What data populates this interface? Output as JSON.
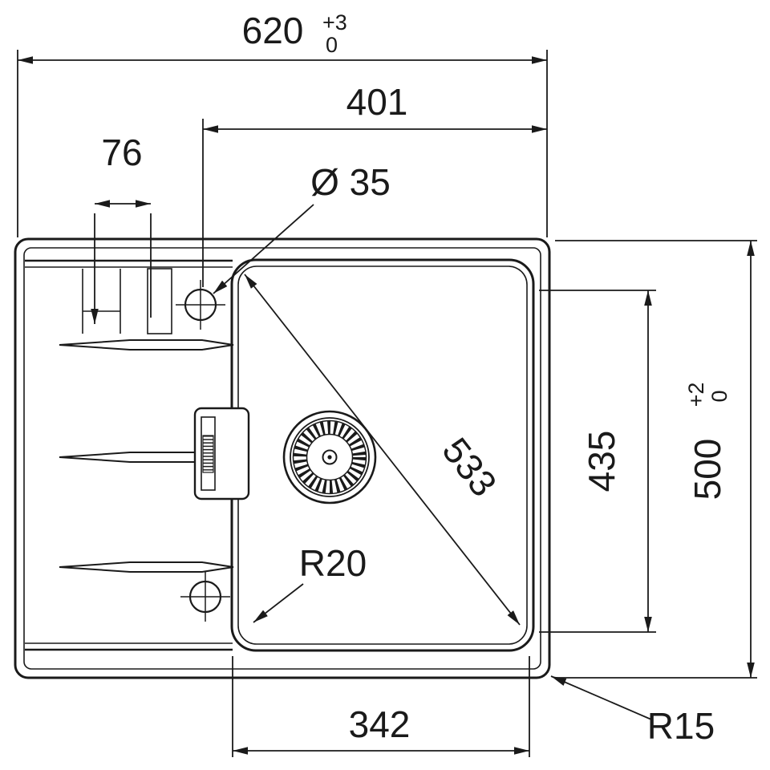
{
  "dimensions": {
    "overall_width": {
      "value": "620",
      "tol_plus": "+3",
      "tol_minus": "0"
    },
    "bowl_width_top": {
      "value": "401"
    },
    "left_offset": {
      "value": "76"
    },
    "tap_hole_diameter": {
      "value": "Ø 35"
    },
    "bowl_diagonal": {
      "value": "533"
    },
    "bowl_height": {
      "value": "435"
    },
    "overall_height": {
      "value": "500",
      "tol_plus": "+2",
      "tol_minus": "0"
    },
    "bowl_corner_radius": {
      "value": "R20"
    },
    "outer_corner_radius": {
      "value": "R15"
    },
    "bowl_width_bottom": {
      "value": "342"
    }
  }
}
